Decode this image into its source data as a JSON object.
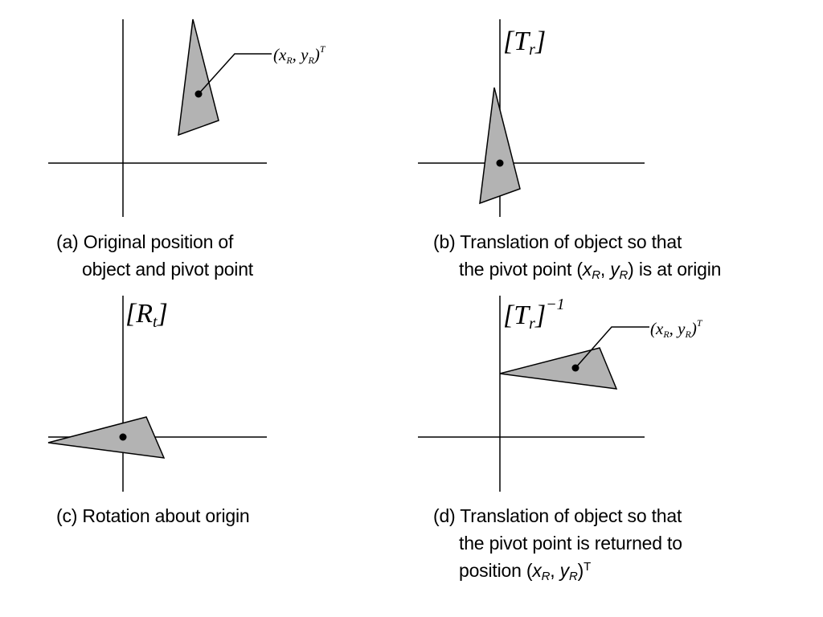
{
  "panels": {
    "a": {
      "point_label": {
        "open": "(",
        "x": "x",
        "x_sub": "R",
        "comma": ", ",
        "y": "y",
        "y_sub": "R",
        "close": ")",
        "sup": "T"
      },
      "caption": {
        "line1": "(a) Original position of",
        "line2": "object and pivot point"
      }
    },
    "b": {
      "matrix_label": {
        "open": "[",
        "sym": "T",
        "sub": "r",
        "close": "]"
      },
      "caption": {
        "line1": "(b) Translation of object so that",
        "line2_pre": "the pivot point (",
        "x": "x",
        "x_sub": "R",
        "comma": ", ",
        "y": "y",
        "y_sub": "R",
        "line2_post": ") is at origin"
      }
    },
    "c": {
      "matrix_label": {
        "open": "[",
        "sym": "R",
        "sub": "t",
        "close": "]"
      },
      "caption": {
        "line1": "(c) Rotation about origin"
      }
    },
    "d": {
      "matrix_label": {
        "open": "[",
        "sym": "T",
        "sub": "r",
        "close": "]",
        "sup": "−1"
      },
      "point_label": {
        "open": "(",
        "x": "x",
        "x_sub": "R",
        "comma": ", ",
        "y": "y",
        "y_sub": "R",
        "close": ")",
        "sup": "T"
      },
      "caption": {
        "line1": "(d) Translation of object so that",
        "line2": "the pivot point is returned to",
        "line3_pre": "position (",
        "x": "x",
        "x_sub": "R",
        "comma": ", ",
        "y": "y",
        "y_sub": "R",
        "line3_post": ")",
        "sup": "T"
      }
    }
  },
  "colors": {
    "triangle_fill": "#b3b3b3",
    "stroke": "#000000",
    "background": "#ffffff"
  }
}
